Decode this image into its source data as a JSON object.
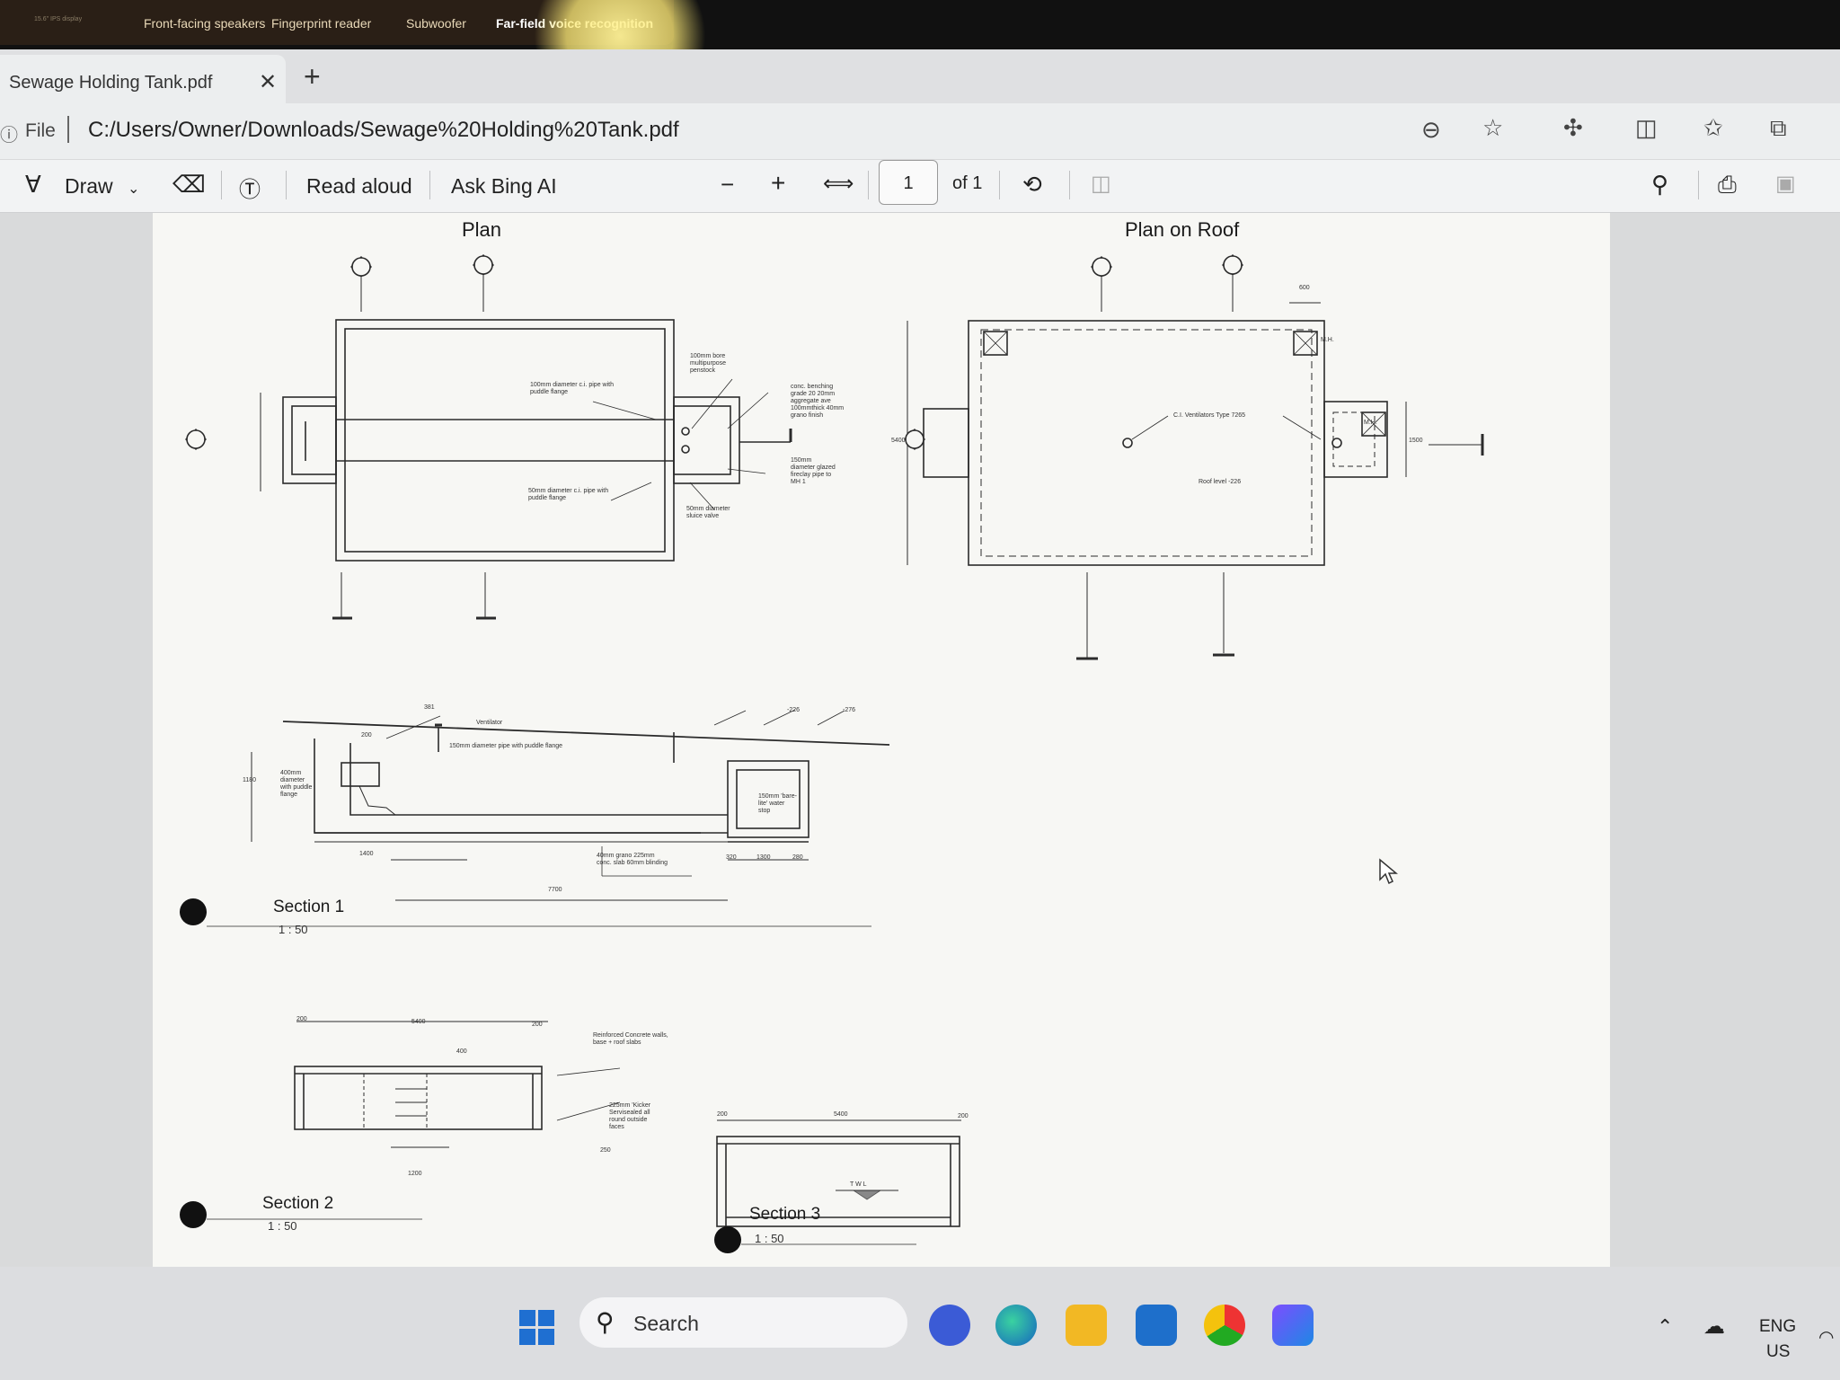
{
  "sticker": {
    "features": [
      "15.6\" IPS display",
      "Front-facing speakers",
      "Fingerprint reader",
      "Subwoofer",
      "Far-field voice recognition"
    ]
  },
  "tab": {
    "title": "Sewage Holding Tank.pdf",
    "close": "✕",
    "new": "+"
  },
  "address": {
    "info_icon": "i",
    "scheme_label": "File",
    "url": "C:/Users/Owner/Downloads/Sewage%20Holding%20Tank.pdf"
  },
  "pdf_toolbar": {
    "draw": "Draw",
    "read_aloud": "Read aloud",
    "ask": "Ask Bing AI",
    "page": "1",
    "of": "of 1"
  },
  "drawing": {
    "plan_title": "Plan",
    "roof_title": "Plan on Roof",
    "section1": "Section 1",
    "section2": "Section 2",
    "section3": "Section 3",
    "scale": "1 : 50",
    "notes": {
      "pipe100": "100mm diameter c.i. pipe with puddle flange",
      "pipe50": "50mm diameter c.i. pipe with puddle flange",
      "penstock": "100mm bore multipurpose penstock",
      "benching": "conc. benching grade 20 20mm aggregate ave 100mmthick 40mm grano finish",
      "fireclay": "150mm diameter glazed fireclay pipe to MH 1",
      "sluice": "50mm diameter sluice valve",
      "ventilators": "C.I. Ventilators Type 7265",
      "roof_level": "Roof level -226",
      "ventilator": "Ventilator",
      "pipe150": "150mm diameter pipe with puddle flange",
      "pipe400": "400mm diameter with puddle flange",
      "waterstop": "150mm 'bare-lite' water stop",
      "layers": "40mm grano 225mm conc. slab 60mm blinding",
      "rc_walls": "Reinforced Concrete walls, base + roof slabs",
      "kicker": "225mm 'Kicker Servisealed all round outside faces",
      "twl": "T W L",
      "mh": "M.H."
    },
    "dims": {
      "d1400": "1400",
      "d7700": "7700",
      "d320": "320",
      "d1300": "1300",
      "d280": "280",
      "d5400": "5400",
      "d200": "200",
      "d400": "400",
      "d1200": "1200",
      "d600": "600",
      "d1500": "1500",
      "d381": "381",
      "d226": "-226",
      "d276": "-276",
      "d1180": "1180",
      "d250": "250"
    }
  },
  "taskbar": {
    "search": "Search",
    "lang_top": "ENG",
    "lang_bottom": "US"
  },
  "colors": {
    "ink": "#222222",
    "page": "#f7f7f4",
    "toolbar": "#f2f3f4",
    "taskbar": "#dcdde0"
  }
}
